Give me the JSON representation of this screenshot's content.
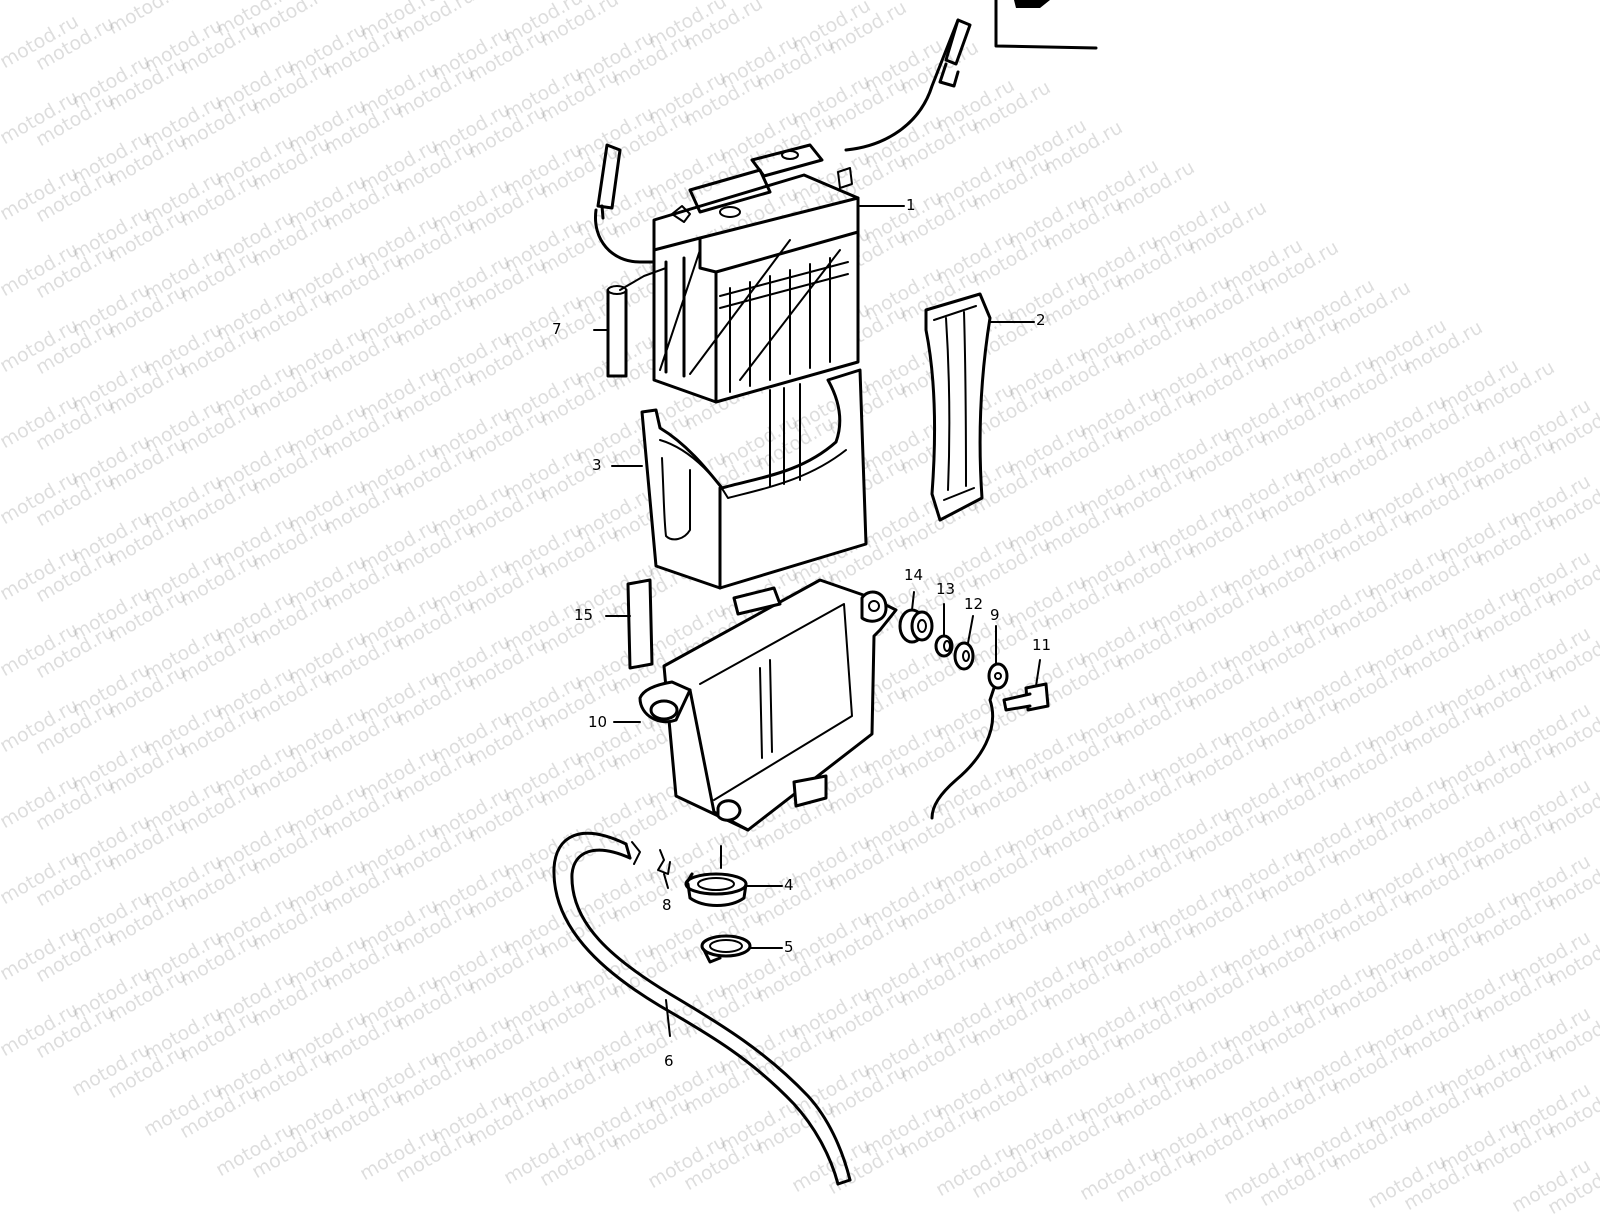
{
  "watermark": {
    "text": "motod.ru"
  },
  "callouts": [
    "1",
    "2",
    "3",
    "4",
    "5",
    "6",
    "7",
    "8",
    "9",
    "10",
    "11",
    "12",
    "13",
    "14",
    "15"
  ]
}
